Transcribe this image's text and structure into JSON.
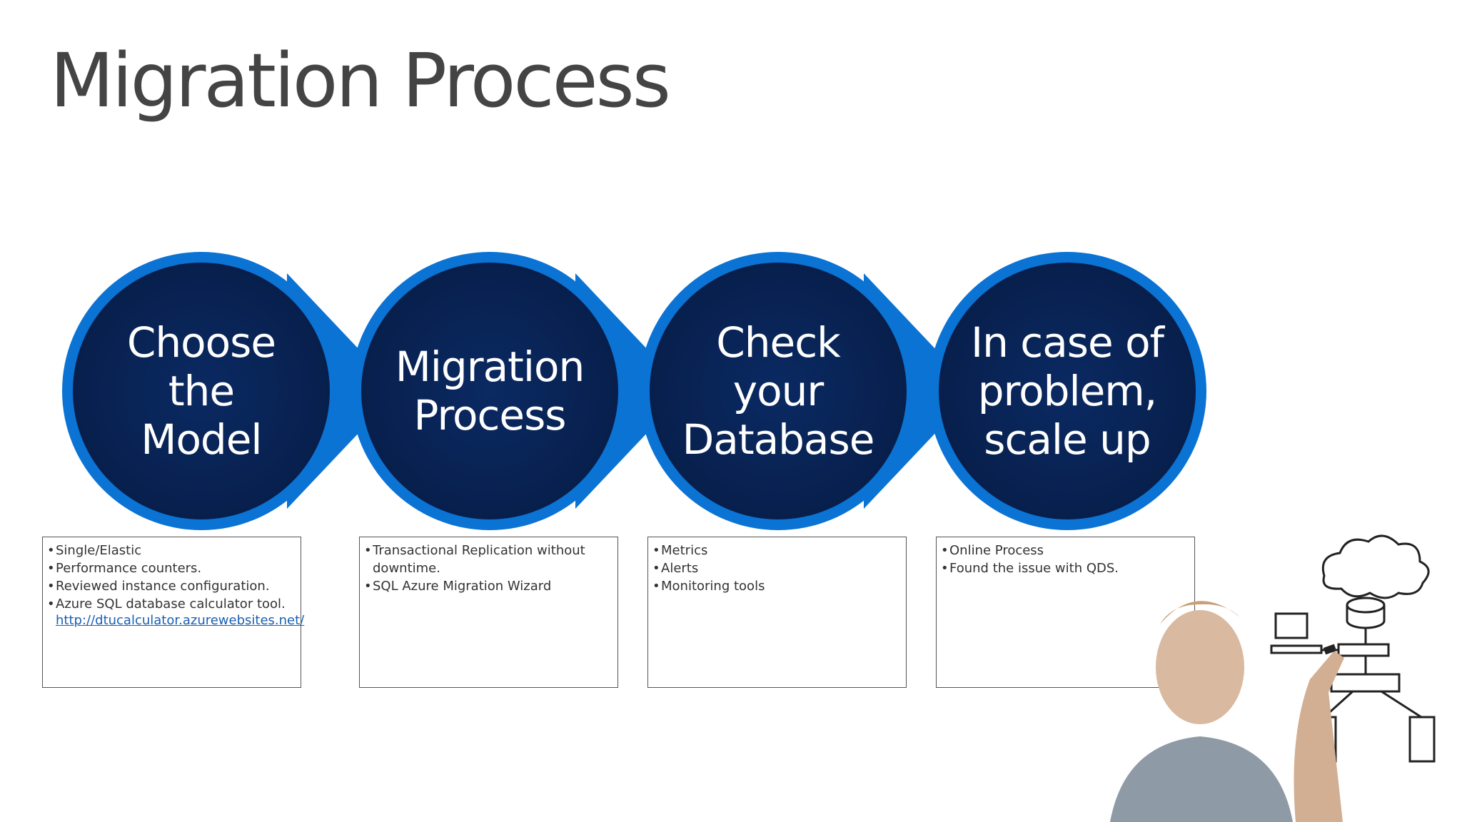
{
  "slide": {
    "title": "Migration Process"
  },
  "colors": {
    "outer_ring": "#0a73d4",
    "inner_circle": "#0a2557",
    "chevron": "#0a73d4",
    "text_on_circle": "#ffffff",
    "link": "#1a5fb4"
  },
  "steps": [
    {
      "label": "Choose\nthe\nModel",
      "bullets": [
        "Single/Elastic",
        "Performance counters.",
        "Reviewed instance configuration.",
        "Azure SQL database calculator tool."
      ],
      "link": "http://dtucalculator.azurewebsites.net/"
    },
    {
      "label": "Migration\nProcess",
      "bullets": [
        "Transactional Replication without downtime.",
        "SQL Azure Migration Wizard"
      ]
    },
    {
      "label": "Check\nyour\nDatabase",
      "bullets": [
        "Metrics",
        "Alerts",
        "Monitoring tools"
      ]
    },
    {
      "label": "In case of\nproblem,\nscale up",
      "bullets": [
        "Online Process",
        "Found the issue with QDS."
      ]
    }
  ]
}
